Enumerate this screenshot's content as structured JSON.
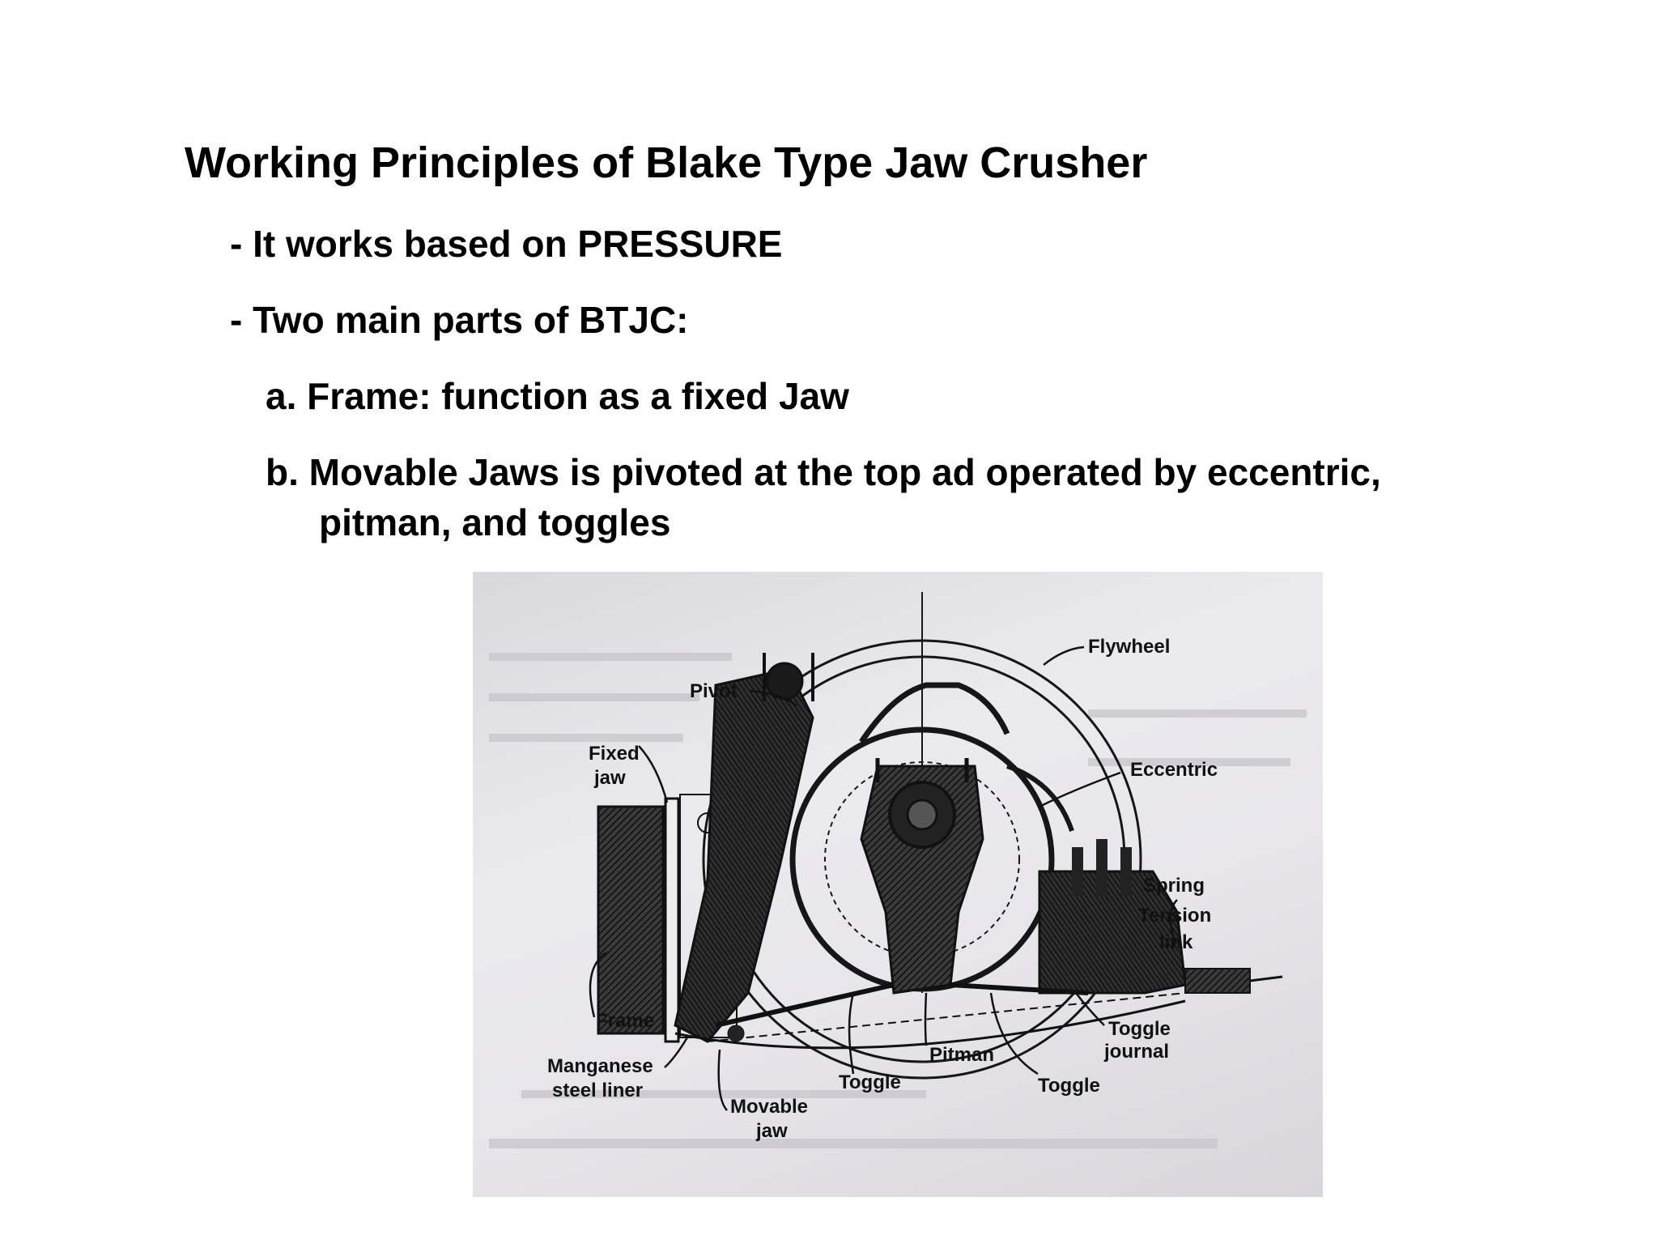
{
  "slide": {
    "title": "Working Principles of Blake Type Jaw Crusher",
    "bullets": [
      "- It works based on PRESSURE",
      "- Two main parts of BTJC:"
    ],
    "subpoints": [
      "a. Frame: function as a fixed Jaw",
      "b. Movable Jaws is pivoted at the top ad operated by eccentric,",
      "pitman, and toggles"
    ]
  },
  "figure": {
    "labels": {
      "pivot": "Pivot",
      "flywheel": "Flywheel",
      "fixed_jaw_1": "Fixed",
      "fixed_jaw_2": "jaw",
      "eccentric": "Eccentric",
      "spring": "Spring",
      "tension": "Tension",
      "link": "link",
      "frame": "Frame",
      "manganese": "Manganese",
      "steel_liner": "steel liner",
      "toggle_left": "Toggle",
      "pitman": "Pitman",
      "toggle_right": "Toggle",
      "toggle_journal_1": "Toggle",
      "toggle_journal_2": "journal",
      "movable_1": "Movable",
      "movable_2": "jaw"
    }
  }
}
